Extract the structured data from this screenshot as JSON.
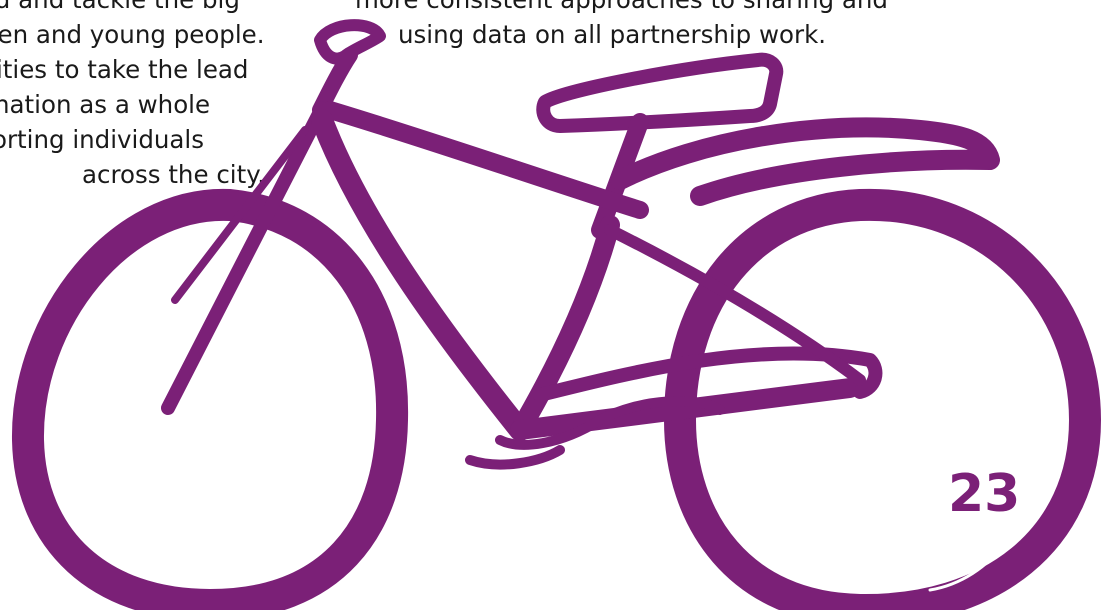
{
  "colors": {
    "accent": "#7b2077",
    "text": "#1a1a1a",
    "background": "#ffffff"
  },
  "left_column": {
    "lines": [
      "id and tackle the big",
      "ren and young people.",
      "ities to take the lead",
      "nation as a whole",
      "orting individuals",
      "across the city."
    ]
  },
  "right_column": {
    "lines": [
      "more consistent approaches to sharing and",
      "using data on all partnership work."
    ]
  },
  "illustration": {
    "icon": "bicycle-illustration"
  },
  "page_number": "23"
}
